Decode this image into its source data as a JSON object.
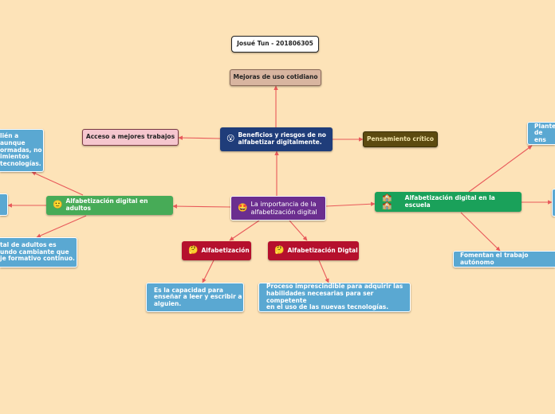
{
  "nodes": {
    "title": "Josué Tun - 201806305",
    "mejoras": "Mejoras de uso cotidiano",
    "acceso": "Acceso a mejores trabajos",
    "beneficios": {
      "icon": "😮",
      "lines": [
        "Beneficios y riesgos de no",
        "alfabetizar digitalmente."
      ]
    },
    "pensamiento": "Pensamiento crítico",
    "central": {
      "icon": "🤩",
      "lines": [
        "La importancia de la",
        "alfabetización digital"
      ]
    },
    "adultos": {
      "icon": "🙂",
      "label": "Alfabetización digital en adultos"
    },
    "escuela": {
      "icon": "🏫🏫",
      "label": "Alfabetización digital en la escuela"
    },
    "alfabetizacion": {
      "icon": "🤔",
      "label": "Alfabetización"
    },
    "alf_digital": {
      "icon": "🤔",
      "label": "Alfabetización Digtal"
    },
    "def_alf": {
      "lines": [
        "Es la capacidad para",
        "enseñar a leer y escribir a",
        "alguien."
      ]
    },
    "def_digital": {
      "lines": [
        "Proceso imprescindible para adquirir las",
        "habilidades necesarias para ser competente",
        "en el uso de las nuevas tecnologías."
      ]
    },
    "fomentan": "Fomentan el trabajo autónomo",
    "plantea": {
      "lines": [
        "Plantea",
        "de ens"
      ]
    },
    "left_top": {
      "lines": [
        "lién a",
        "aunque",
        "ormadas, no",
        "imientos",
        "tecnologías."
      ]
    },
    "left_bottom": {
      "lines": [
        "tal de adultos es",
        "undo cambiante que",
        "je formativo continuo."
      ]
    }
  },
  "colors": {
    "background": "#fde3b8",
    "connector": "#e8595a",
    "central": "#6b2e8f",
    "navy": "#1f3d7a",
    "green": "#47ab57",
    "bright_green": "#1aa15a",
    "crimson": "#b5102d",
    "olive": "#5c4a10",
    "blue_box": "#5aa8d2",
    "tan": "#d8b5a0",
    "pink": "#f5c6ce"
  }
}
